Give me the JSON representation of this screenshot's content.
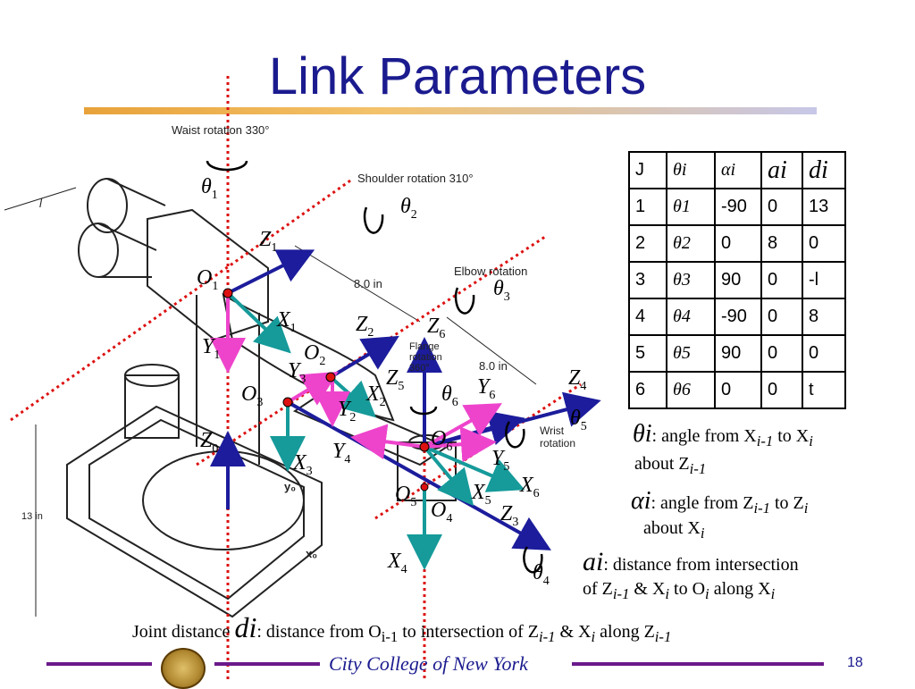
{
  "slide": {
    "title": "Link Parameters",
    "footer": "City College of New York",
    "page_number": "18"
  },
  "figure": {
    "labels": {
      "waist": "Waist rotation 330°",
      "shoulder": "Shoulder rotation 310°",
      "elbow": "Elbow rotation",
      "flange": "Flange rotation 360°",
      "wrist": "Wrist rotation",
      "dim1": "8.0 in",
      "dim2": "8.0 in",
      "height": "13 in",
      "l": "l",
      "y0": "y₀",
      "x0": "x₀"
    },
    "frame_labels": [
      {
        "id": "theta1",
        "base": "θ",
        "sub": "1"
      },
      {
        "id": "theta2",
        "base": "θ",
        "sub": "2"
      },
      {
        "id": "theta3",
        "base": "θ",
        "sub": "3"
      },
      {
        "id": "theta4",
        "base": "θ",
        "sub": "4"
      },
      {
        "id": "theta5",
        "base": "θ",
        "sub": "5"
      },
      {
        "id": "theta6",
        "base": "θ",
        "sub": "6"
      },
      {
        "id": "Z1",
        "base": "Z",
        "sub": "1"
      },
      {
        "id": "O1",
        "base": "O",
        "sub": "1"
      },
      {
        "id": "X1",
        "base": "X",
        "sub": "1"
      },
      {
        "id": "Y1",
        "base": "Y",
        "sub": "1"
      },
      {
        "id": "Z2",
        "base": "Z",
        "sub": "2"
      },
      {
        "id": "O2",
        "base": "O",
        "sub": "2"
      },
      {
        "id": "Y3",
        "base": "Y",
        "sub": "3"
      },
      {
        "id": "O3",
        "base": "O",
        "sub": "3"
      },
      {
        "id": "X2",
        "base": "X",
        "sub": "2"
      },
      {
        "id": "Y2",
        "base": "Y",
        "sub": "2"
      },
      {
        "id": "Z5",
        "base": "Z",
        "sub": "5"
      },
      {
        "id": "Z6",
        "base": "Z",
        "sub": "6"
      },
      {
        "id": "Y6",
        "base": "Y",
        "sub": "6"
      },
      {
        "id": "Z4",
        "base": "Z",
        "sub": "4"
      },
      {
        "id": "O6",
        "base": "O",
        "sub": "6"
      },
      {
        "id": "Y5",
        "base": "Y",
        "sub": "5"
      },
      {
        "id": "Z0",
        "base": "Z",
        "sub": "0"
      },
      {
        "id": "X3",
        "base": "X",
        "sub": "3"
      },
      {
        "id": "Y4",
        "base": "Y",
        "sub": "4"
      },
      {
        "id": "O5",
        "base": "O",
        "sub": "5"
      },
      {
        "id": "O4",
        "base": "O",
        "sub": "4"
      },
      {
        "id": "X5",
        "base": "X",
        "sub": "5"
      },
      {
        "id": "X6",
        "base": "X",
        "sub": "6"
      },
      {
        "id": "Z3",
        "base": "Z",
        "sub": "3"
      },
      {
        "id": "X4",
        "base": "X",
        "sub": "4"
      }
    ]
  },
  "table": {
    "headers": [
      "J",
      "θi",
      "αi",
      "ai",
      "di"
    ],
    "rows": [
      [
        "1",
        "θ1",
        "-90",
        "0",
        "13"
      ],
      [
        "2",
        "θ2",
        "0",
        "8",
        "0"
      ],
      [
        "3",
        "θ3",
        "90",
        "0",
        "-l"
      ],
      [
        "4",
        "θ4",
        "-90",
        "0",
        "8"
      ],
      [
        "5",
        "θ5",
        "90",
        "0",
        "0"
      ],
      [
        "6",
        "θ6",
        "0",
        "0",
        "t"
      ]
    ]
  },
  "definitions": {
    "theta": {
      "symbol": "θi",
      "text": ": angle from X",
      "from_sub": "i-1",
      "to": " to X",
      "to_sub": "i",
      "line2": "about Z",
      "line2_sub": "i-1"
    },
    "alpha": {
      "symbol": "αi",
      "text": ": angle from Z",
      "from_sub": "i-1",
      "to": " to Z",
      "to_sub": "i",
      "line2": "about X",
      "line2_sub": "i"
    },
    "a": {
      "symbol": "ai",
      "text": ": distance from intersection",
      "line2a": "of Z",
      "line2a_sub": "i-1",
      "line2b": " & X",
      "line2b_sub": "i",
      "line2c": " to O",
      "line2c_sub": "i",
      "line2d": " along X",
      "line2d_sub": "i"
    },
    "d": {
      "prefix": "Joint distance",
      "symbol": "di",
      "text": ": distance from O",
      "sub1": "i-1",
      "text2": " to intersection of Z",
      "sub2": "i-1",
      "text3": " & X",
      "sub3": "i",
      "text4": " along Z",
      "sub4": "i-1"
    }
  },
  "colors": {
    "title": "#1b1b8f",
    "axis_blue": "#1c1c9c",
    "axis_teal": "#169a9a",
    "axis_magenta": "#ee44cc",
    "dotted_red": "#dd1111",
    "footer_line": "#6a1a8a"
  }
}
